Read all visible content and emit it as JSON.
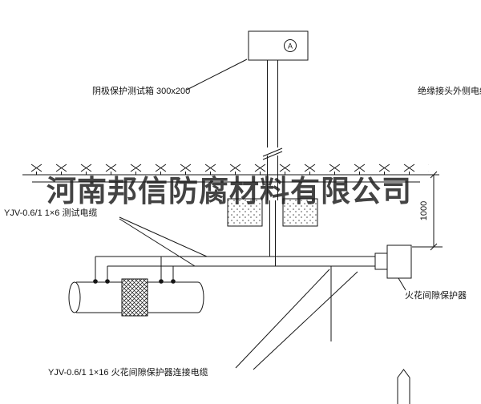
{
  "watermark": {
    "text": "河南邦信防腐材料有限公司"
  },
  "annotations": {
    "test_box_label": "阴极保护测试箱 300x200",
    "insulation_joint_outer_cable_label": "绝缘接头外侧电缆",
    "test_cable_label": "YJV-0.6/1 1×6  测试电缆",
    "spark_gap_label": "火花间隙保护器",
    "spark_gap_cable_label": "YJV-0.6/1 1×16  火花间隙保护器连接电缆",
    "depth_dimension": "1000",
    "ammeter_symbol": "A"
  }
}
